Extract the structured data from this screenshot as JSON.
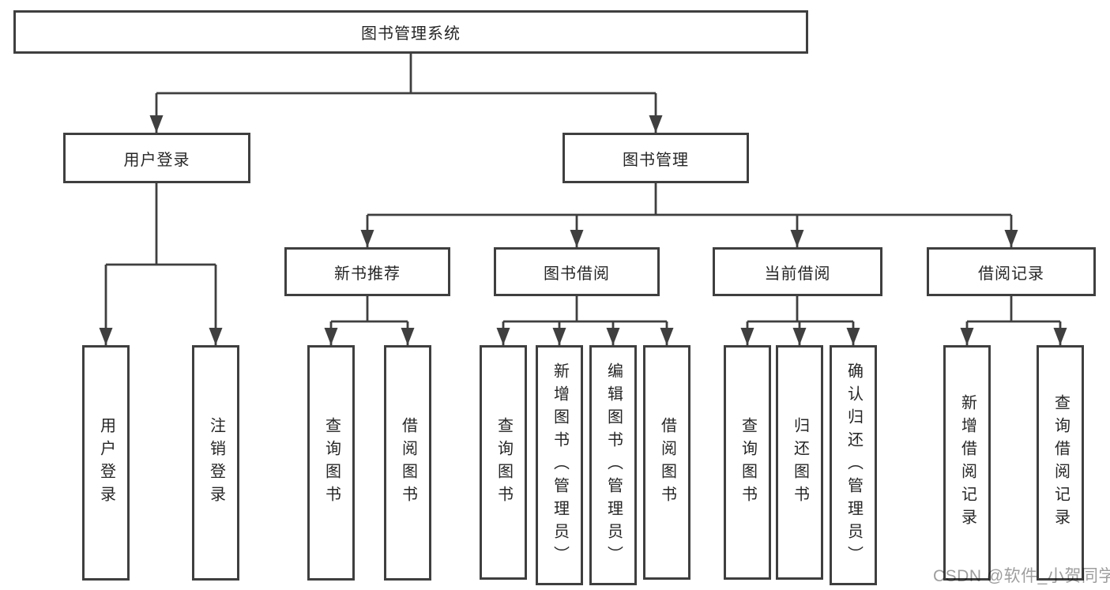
{
  "colors": {
    "line": "#3f3f3f",
    "text": "#262626",
    "background": "#ffffff",
    "watermark": "#9e9e9e"
  },
  "root": {
    "label": "图书管理系统"
  },
  "branches": [
    {
      "id": "user-login",
      "label": "用户登录",
      "children": [
        {
          "label": "用户登录"
        },
        {
          "label": "注销登录"
        }
      ]
    },
    {
      "id": "book-management",
      "label": "图书管理",
      "sections": [
        {
          "id": "new-book-recommendation",
          "label": "新书推荐",
          "children": [
            {
              "label": "查询图书"
            },
            {
              "label": "借阅图书"
            }
          ]
        },
        {
          "id": "book-borrowing",
          "label": "图书借阅",
          "children": [
            {
              "label": "查询图书"
            },
            {
              "label": "新增图书（管理员）"
            },
            {
              "label": "编辑图书（管理员）"
            },
            {
              "label": "借阅图书"
            }
          ]
        },
        {
          "id": "current-borrowing",
          "label": "当前借阅",
          "children": [
            {
              "label": "查询图书"
            },
            {
              "label": "归还图书"
            },
            {
              "label": "确认归还（管理员）"
            }
          ]
        },
        {
          "id": "borrowing-records",
          "label": "借阅记录",
          "children": [
            {
              "label": "新增借阅记录"
            },
            {
              "label": "查询借阅记录"
            }
          ]
        }
      ]
    }
  ],
  "watermark": {
    "text": "CSDN @软件_小贺同学"
  }
}
